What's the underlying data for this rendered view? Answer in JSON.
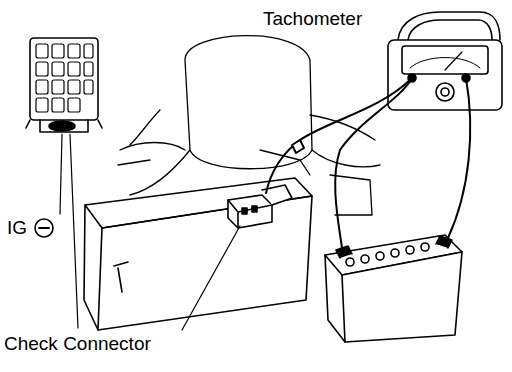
{
  "diagram": {
    "labels": [
      "Tachometer",
      "IG",
      "Check Connector"
    ]
  }
}
